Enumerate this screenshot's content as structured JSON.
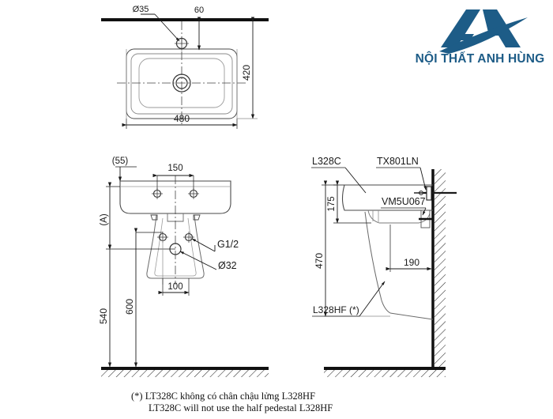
{
  "document": {
    "type": "technical-drawing",
    "title": "Washbasin L328C installation drawing"
  },
  "brand": {
    "name": "NỘI THẤT ANH HÙNG",
    "mark": "AH-monogram",
    "color": "#1d5c87"
  },
  "views": {
    "top": {
      "name": "top-view",
      "dimensions": {
        "hole_diameter": "Ø35",
        "hole_offset": "60",
        "width": "480",
        "depth": "420"
      }
    },
    "front": {
      "name": "front-view",
      "dimensions": {
        "back_offset": "(55)",
        "hole_spacing": "150",
        "height_a": "(A)",
        "supply_thread": "G1/2",
        "drain_diameter": "Ø32",
        "basin_height": "540",
        "supply_height": "600",
        "pedestal_width": "100"
      }
    },
    "side": {
      "name": "side-view",
      "labels": {
        "basin": "L328C",
        "faucet": "TX801LN",
        "trap": "VM5U067",
        "pedestal": "L328HF (*)"
      },
      "dimensions": {
        "bowl_depth": "175",
        "total_height": "470",
        "projection": "190"
      }
    }
  },
  "footnote": {
    "marker": "(*)",
    "vi": "LT328C không có chân chậu lửng L328HF",
    "en": "LT328C will not use the half pedestal L328HF"
  }
}
